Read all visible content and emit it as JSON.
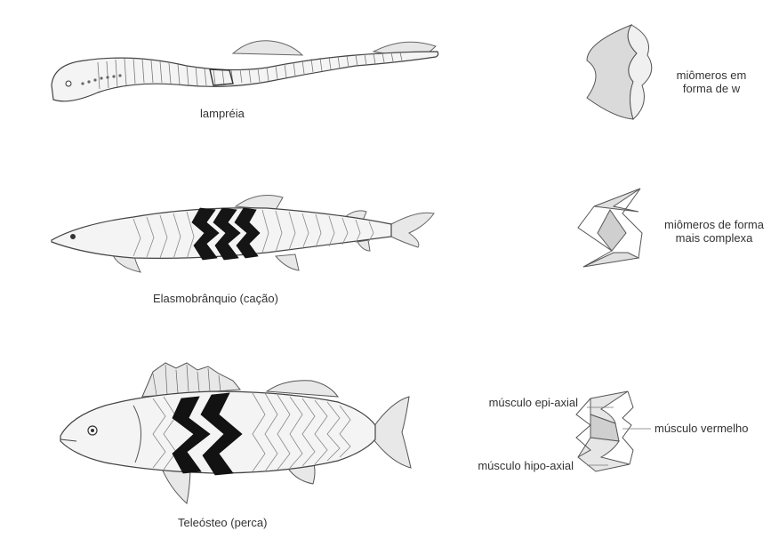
{
  "rows": [
    {
      "fish_label": "lampréia",
      "myomere_label_line1": "miômeros em",
      "myomere_label_line2": "forma de w"
    },
    {
      "fish_label": "Elasmobrânquio (cação)",
      "myomere_label_line1": "miômeros de forma",
      "myomere_label_line2": "mais complexa"
    },
    {
      "fish_label": "Teleósteo (perca)",
      "label_epiaxial": "músculo epi-axial",
      "label_hipoaxial": "músculo hipo-axial",
      "label_red_muscle": "músculo vermelho"
    }
  ],
  "colors": {
    "line": "#444444",
    "muscle_dark": "#111111",
    "fin_fill": "#e8e8e8",
    "body_fill": "#f4f4f4",
    "myomere_fill": "#d6d6d6"
  }
}
